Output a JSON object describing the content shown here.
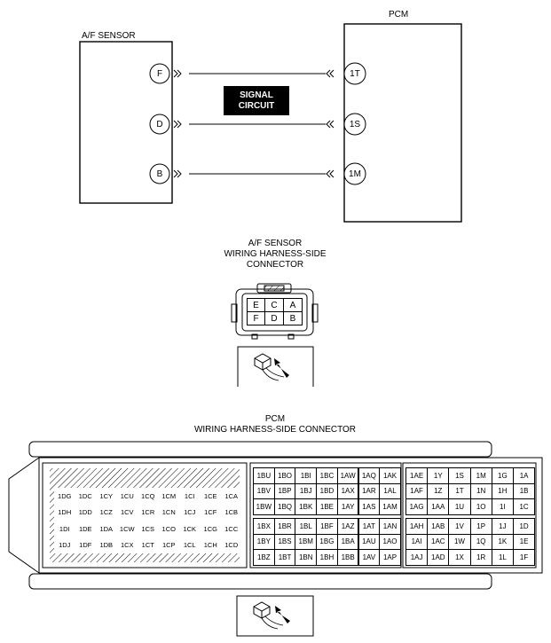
{
  "schematic": {
    "sensor_label": "A/F SENSOR",
    "pcm_label": "PCM",
    "signal_box": [
      "SIGNAL",
      "CIRCUIT"
    ],
    "sensor_pins": [
      "F",
      "D",
      "B"
    ],
    "pcm_pins": [
      "1T",
      "1S",
      "1M"
    ]
  },
  "af_connector": {
    "title": [
      "A/F SENSOR",
      "WIRING HARNESS-SIDE",
      "CONNECTOR"
    ],
    "rows": [
      [
        "E",
        "C",
        "A"
      ],
      [
        "F",
        "D",
        "B"
      ]
    ]
  },
  "pcm_connector": {
    "title": [
      "PCM",
      "WIRING HARNESS-SIDE CONNECTOR"
    ],
    "left_block": [
      [
        "1DG",
        "1DC",
        "1CY",
        "1CU",
        "1CQ",
        "1CM",
        "1CI",
        "1CE",
        "1CA"
      ],
      [
        "1DH",
        "1DD",
        "1CZ",
        "1CV",
        "1CR",
        "1CN",
        "1CJ",
        "1CF",
        "1CB"
      ],
      [
        "1DI",
        "1DE",
        "1DA",
        "1CW",
        "1CS",
        "1CO",
        "1CK",
        "1CG",
        "1CC"
      ],
      [
        "1DJ",
        "1DF",
        "1DB",
        "1CX",
        "1CT",
        "1CP",
        "1CL",
        "1CH",
        "1CD"
      ]
    ],
    "middle_upper": [
      [
        "1BU",
        "1BO",
        "1BI",
        "1BC",
        "1AW",
        "1AQ",
        "1AK"
      ],
      [
        "1BV",
        "1BP",
        "1BJ",
        "1BD",
        "1AX",
        "1AR",
        "1AL"
      ],
      [
        "1BW",
        "1BQ",
        "1BK",
        "1BE",
        "1AY",
        "1AS",
        "1AM"
      ]
    ],
    "middle_lower": [
      [
        "1BX",
        "1BR",
        "1BL",
        "1BF",
        "1AZ",
        "1AT",
        "1AN"
      ],
      [
        "1BY",
        "1BS",
        "1BM",
        "1BG",
        "1BA",
        "1AU",
        "1AO"
      ],
      [
        "1BZ",
        "1BT",
        "1BN",
        "1BH",
        "1BB",
        "1AV",
        "1AP"
      ]
    ],
    "right_upper": [
      [
        "1AE",
        "1Y",
        "1S",
        "1M",
        "1G",
        "1A"
      ],
      [
        "1AF",
        "1Z",
        "1T",
        "1N",
        "1H",
        "1B"
      ],
      [
        "1AG",
        "1AA",
        "1U",
        "1O",
        "1I",
        "1C"
      ]
    ],
    "right_lower": [
      [
        "1AH",
        "1AB",
        "1V",
        "1P",
        "1J",
        "1D"
      ],
      [
        "1AI",
        "1AC",
        "1W",
        "1Q",
        "1K",
        "1E"
      ],
      [
        "1AJ",
        "1AD",
        "1X",
        "1R",
        "1L",
        "1F"
      ]
    ]
  }
}
